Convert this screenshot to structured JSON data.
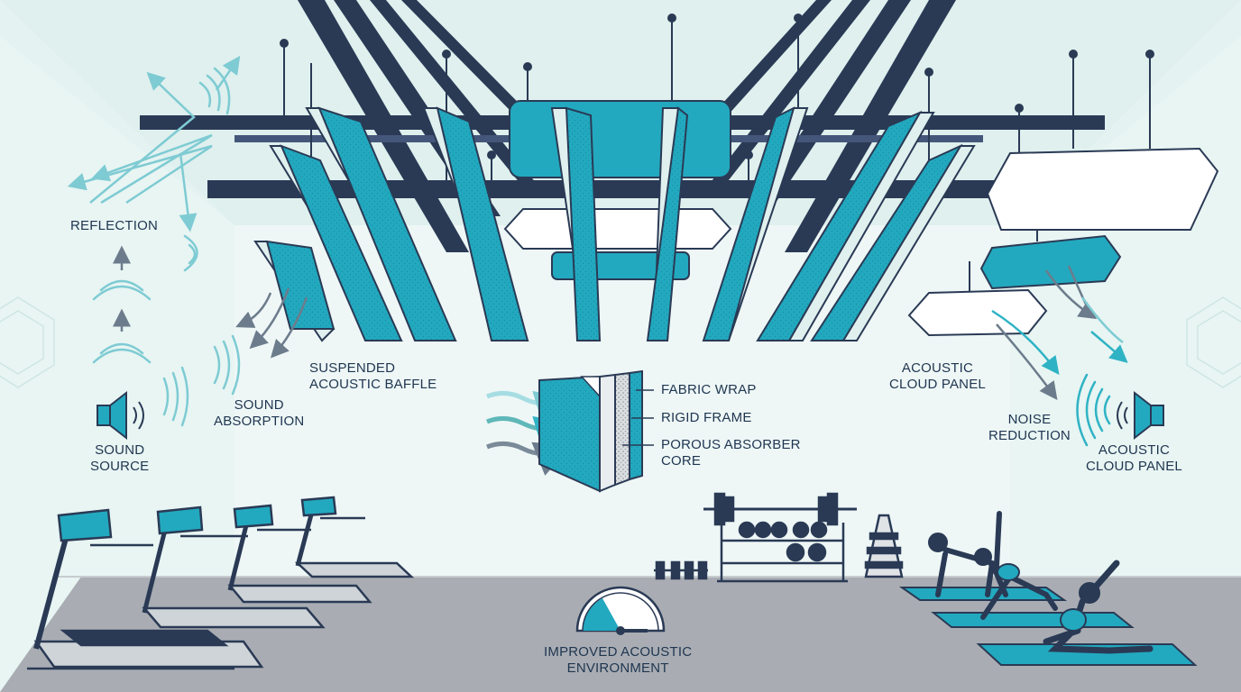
{
  "labels": {
    "reflection": "REFLECTION",
    "sound_absorption": [
      "SOUND",
      "ABSORPTION"
    ],
    "sound_source": [
      "SOUND",
      "SOURCE"
    ],
    "suspended_baffle": [
      "SUSPENDED",
      "ACOUSTIC BAFFLE"
    ],
    "fabric_wrap": "FABRIC WRAP",
    "rigid_frame": "RIGID FRAME",
    "porous_core": [
      "POROUS ABSORBER",
      "CORE"
    ],
    "cloud_panel_top": [
      "ACOUSTIC",
      "CLOUD PANEL"
    ],
    "noise_reduction": [
      "NOISE",
      "REDUCTION"
    ],
    "cloud_panel_right": [
      "ACOUSTIC",
      "CLOUD PANEL"
    ],
    "improved_environment": [
      "IMPROVED ACOUSTIC",
      "ENVIRONMENT"
    ]
  },
  "colors": {
    "teal": "#22a9bf",
    "teal_dark": "#1b8fa3",
    "navy": "#2a3a55",
    "floor": "#a9adb3",
    "wall": "#eef7f6",
    "ceiling": "#dff0ee"
  },
  "icons": {
    "speaker_left": "speaker-icon",
    "speaker_right": "speaker-icon",
    "gauge": "gauge-icon"
  }
}
